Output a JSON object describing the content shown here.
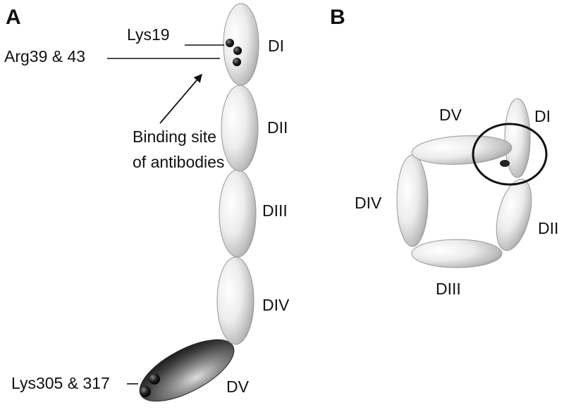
{
  "panel_a": {
    "letter": "A",
    "domains": [
      "DI",
      "DII",
      "DIII",
      "DIV",
      "DV"
    ],
    "residues": {
      "lys19": "Lys19",
      "arg39_43": "Arg39 & 43",
      "lys305_317": "Lys305 & 317"
    },
    "annotation": {
      "line1": "Binding site",
      "line2": "of antibodies"
    }
  },
  "panel_b": {
    "letter": "B",
    "domains": [
      "DI",
      "DII",
      "DIII",
      "DIV",
      "DV"
    ]
  },
  "colors": {
    "domain_light": "#e6e6e6",
    "domain_dark": "#3d3d3d",
    "residue_sphere": "#222222",
    "text": "#111111"
  }
}
